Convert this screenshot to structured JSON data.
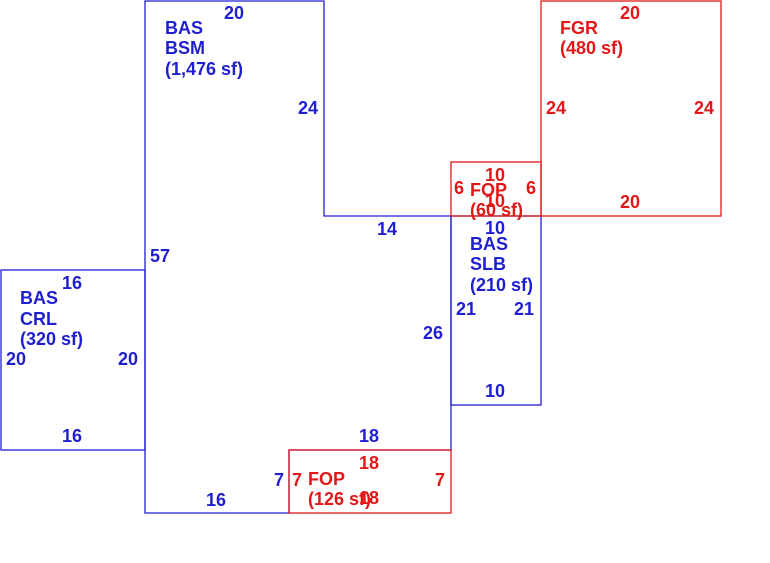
{
  "colors": {
    "living": "#1f1fd2",
    "other": "#e01818"
  },
  "areas": {
    "bsm": {
      "code": "BAS",
      "name": "BSM",
      "area": "(1,476 sf)"
    },
    "crl": {
      "code": "BAS",
      "name": "CRL",
      "area": "(320 sf)"
    },
    "slb": {
      "code": "BAS",
      "name": "SLB",
      "area": "(210 sf)"
    },
    "fgr": {
      "name": "FGR",
      "area": "(480 sf)"
    },
    "fop_top": {
      "name": "FOP",
      "area": "(60 sf)"
    },
    "fop_bottom": {
      "name": "FOP",
      "area": "(126 sf)"
    }
  },
  "dimensions": {
    "bsm_top": "20",
    "bsm_right_upper": "24",
    "bsm_step": "14",
    "bsm_left": "57",
    "bsm_right_lower": "26",
    "bsm_step_lower": "18",
    "bsm_bottom": "16",
    "bsm_bottom_right": "7",
    "crl_top": "16",
    "crl_left": "20",
    "crl_right": "20",
    "crl_bottom": "16",
    "slb_top": "10",
    "slb_left": "21",
    "slb_right": "21",
    "slb_bottom": "10",
    "fgr_top": "20",
    "fgr_left": "24",
    "fgr_right": "24",
    "fgr_bottom": "20",
    "fop_top_top": "10",
    "fop_top_left": "6",
    "fop_top_right": "6",
    "fop_top_bottom": "10",
    "fop_bottom_top": "18",
    "fop_bottom_left": "7",
    "fop_bottom_right": "7",
    "fop_bottom_bottom": "18"
  }
}
